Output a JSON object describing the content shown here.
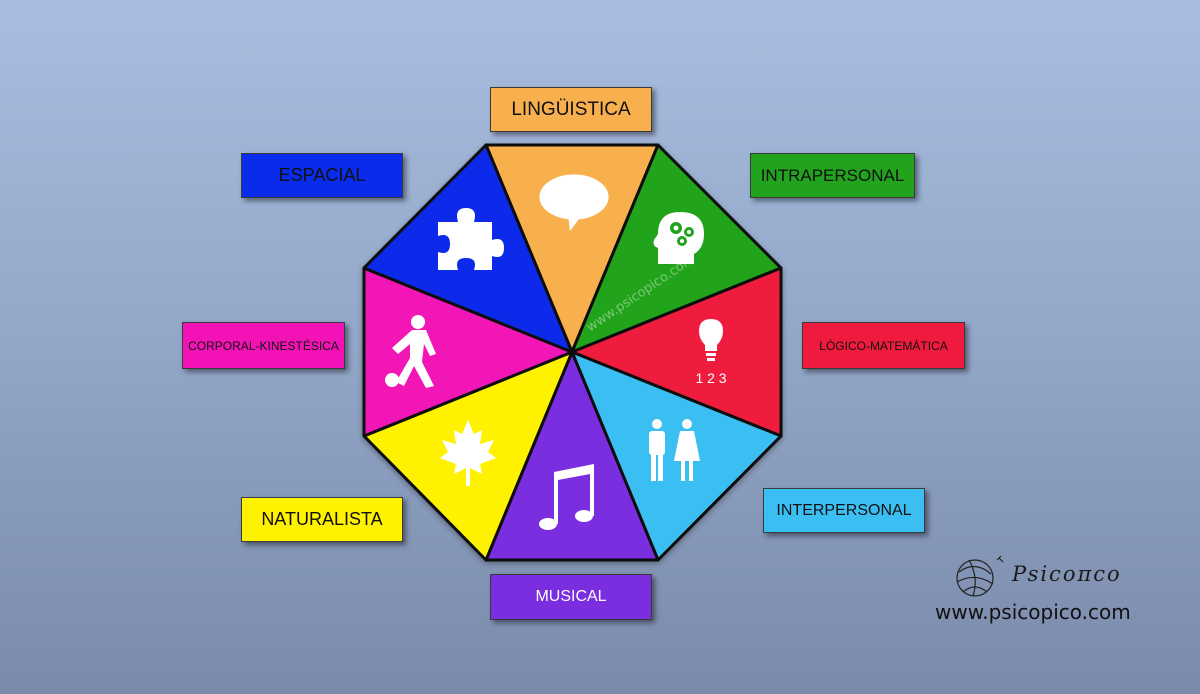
{
  "segments": [
    {
      "key": "linguistica",
      "label": "LINGÜISTICA",
      "color": "#f8b04e",
      "icon": "speech-bubble-icon"
    },
    {
      "key": "intrapersonal",
      "label": "INTRAPERSONAL",
      "color": "#22a31d",
      "icon": "head-gears-icon"
    },
    {
      "key": "logico",
      "label": "LÓGICO-MATEMÁTICA",
      "color": "#f01a3e",
      "icon": "lightbulb-123-icon",
      "icon_text": "1 2 3"
    },
    {
      "key": "interpersonal",
      "label": "INTERPERSONAL",
      "color": "#3bbff3",
      "icon": "man-woman-icon"
    },
    {
      "key": "musical",
      "label": "MUSICAL",
      "color": "#7a2ee0",
      "icon": "music-note-icon"
    },
    {
      "key": "naturalista",
      "label": "NATURALISTA",
      "color": "#fff200",
      "icon": "maple-leaf-icon"
    },
    {
      "key": "corporal",
      "label": "CORPORAL-KINESTÉSICA",
      "color": "#f312b6",
      "icon": "soccer-player-icon"
    },
    {
      "key": "espacial",
      "label": "ESPACIAL",
      "color": "#0b2bea",
      "icon": "puzzle-piece-icon"
    }
  ],
  "watermark": "www.psicopico.com",
  "logo": {
    "name": "Psicoπco",
    "icon": "psicopico-logo-icon"
  },
  "website": "www.psicopico.com"
}
